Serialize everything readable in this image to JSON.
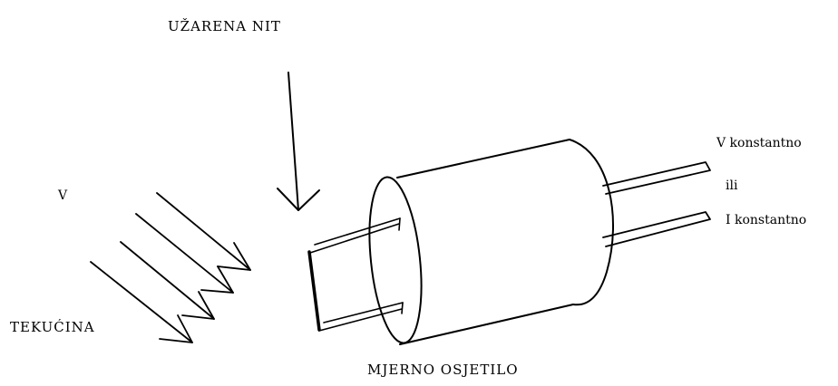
{
  "labels": {
    "filament": "UŽARENA NIT",
    "velocity": "V",
    "fluid": "TEKUĆINA",
    "sensor": "MJERNO OSJETILO",
    "v_const": "V konstantno",
    "or": "ili",
    "i_const": "I konstantno"
  },
  "colors": {
    "line": "#000000",
    "background": "#ffffff"
  }
}
